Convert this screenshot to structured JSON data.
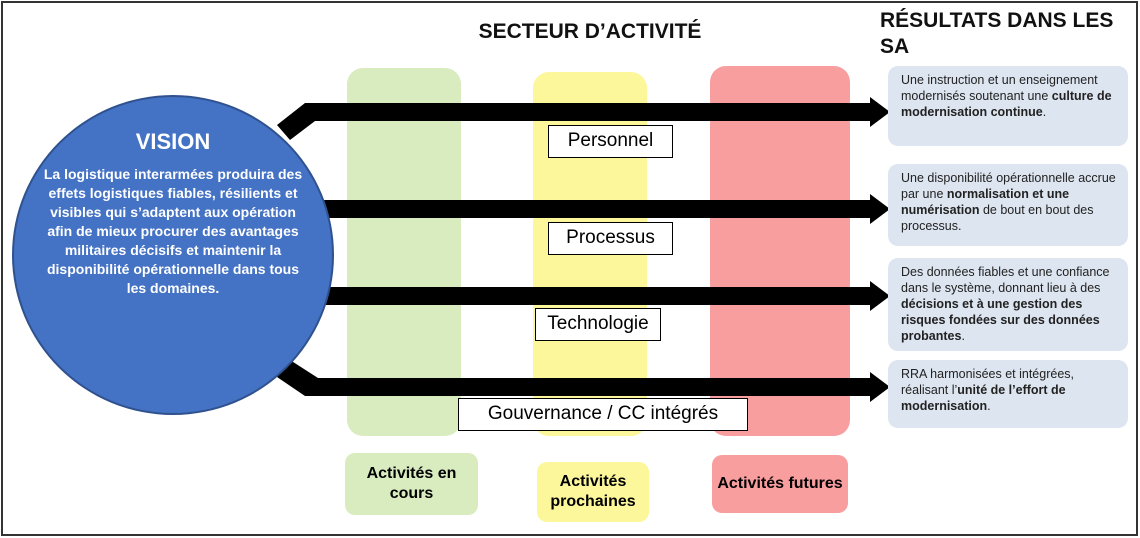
{
  "header": {
    "sector_title": "SECTEUR D’ACTIVITÉ",
    "results_title": "RÉSULTATS DANS LES SA"
  },
  "vision": {
    "title": "VISION",
    "text": "La logistique interarmées produira des effets logistiques fiables, résilients et visibles qui s’adaptent aux opération afin de mieux procurer des avantages militaires décisifs et maintenir la disponibilité opérationnelle dans tous les domaines."
  },
  "streams": [
    "Personnel",
    "Processus",
    "Technologie",
    "Gouvernance / CC intégrés"
  ],
  "columns": [
    {
      "label": "Activités en cours",
      "color": "#d9ecc0"
    },
    {
      "label": "Activités prochaines",
      "color": "#fbf79a"
    },
    {
      "label": "Activités futures",
      "color": "#f99e9e"
    }
  ],
  "results": [
    {
      "plain": "Une instruction et un enseignement modernisés soutenant une ",
      "bold": "culture de modernisation continue",
      "end": "."
    },
    {
      "plain": "Une disponibilité opérationnelle accrue par une ",
      "bold": "normalisation et une numérisation",
      "end": " de bout en bout des processus."
    },
    {
      "plain": "Des données fiables et une confiance dans le système, donnant lieu à des ",
      "bold": "décisions et à une gestion des risques fondées sur des données probantes",
      "end": "."
    },
    {
      "plain": "RRA harmonisées et intégrées, réalisant l’",
      "bold": "unité de l’effort de modernisation",
      "end": "."
    }
  ]
}
